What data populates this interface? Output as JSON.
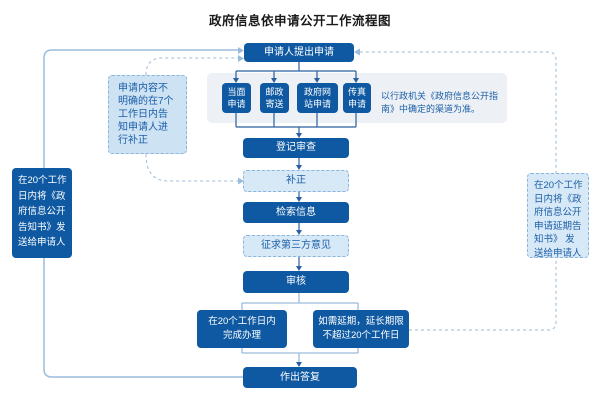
{
  "title": "政府信息依申请公开工作流程图",
  "colors": {
    "node_dark": "#0e59a2",
    "node_light_bg": "#d7e8f6",
    "node_light_border": "#8ab5dc",
    "note_text": "#1b5fa8",
    "panel_bg": "#edf0f4",
    "connector_dark": "#2a5f9f",
    "connector_light": "#9cbcdb"
  },
  "flow": {
    "start": "申请人提出申请",
    "methods": [
      "当面申请",
      "邮政寄送",
      "政府网站申请",
      "传真申请"
    ],
    "channel_note": "以行政机关《政府信息公开指南》中确定的渠道为准。",
    "correction_note": "申请内容不明确的在7个工作日内告知申请人进行补正",
    "steps": [
      "登记审查",
      "补正",
      "检索信息",
      "征求第三方意见",
      "审核"
    ],
    "branch_left": "在20个工作日内完成办理",
    "branch_right": "如需延期，延长期限不超过20个工作日",
    "end": "作出答复",
    "left_loop_note": "在20个工作日内将《政府信息公开告知书》发送给申请人",
    "right_loop_note": "在20个工作日内将《政府信息公开申请延期告知书》 发送给申请人"
  }
}
